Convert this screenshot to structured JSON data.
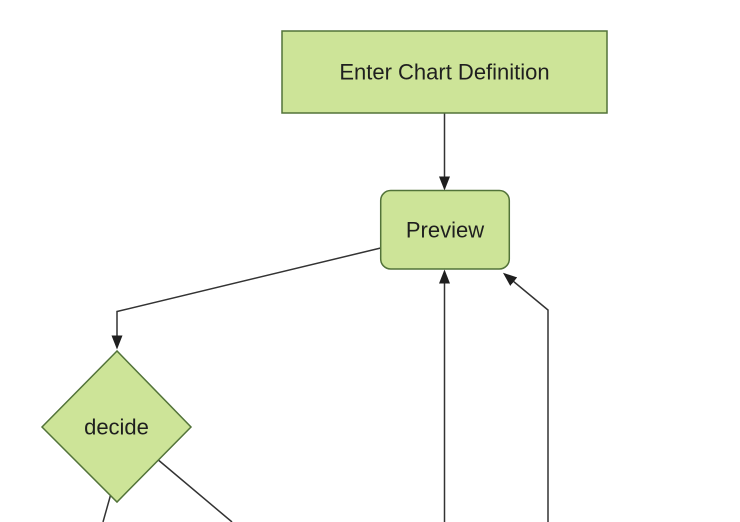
{
  "diagram": {
    "type": "flowchart",
    "direction": "top-down",
    "background_color": "#ffffff",
    "theme": {
      "node_fill": "#cde498",
      "node_border": "#527339",
      "edge_color": "#333333",
      "arrowhead_color": "#1f1f1f",
      "text_color": "#1f1f1f"
    },
    "nodes": [
      {
        "id": "enter-chart-definition",
        "shape": "rectangle",
        "label": "Enter Chart Definition"
      },
      {
        "id": "preview",
        "shape": "rounded-rectangle",
        "label": "Preview"
      },
      {
        "id": "decide",
        "shape": "diamond",
        "label": "decide"
      }
    ],
    "edges": [
      {
        "from": "enter-chart-definition",
        "to": "preview",
        "arrowhead": true
      },
      {
        "from": "preview",
        "to": "decide",
        "arrowhead": true
      },
      {
        "from": "offscreen-bottom",
        "to": "preview",
        "arrowhead": true
      },
      {
        "from": "offscreen-bottom-right",
        "to": "preview",
        "arrowhead": true
      },
      {
        "from": "decide",
        "to": "offscreen-bottom-left",
        "arrowhead": false
      },
      {
        "from": "decide",
        "to": "offscreen-bottom-right",
        "arrowhead": false
      }
    ]
  }
}
